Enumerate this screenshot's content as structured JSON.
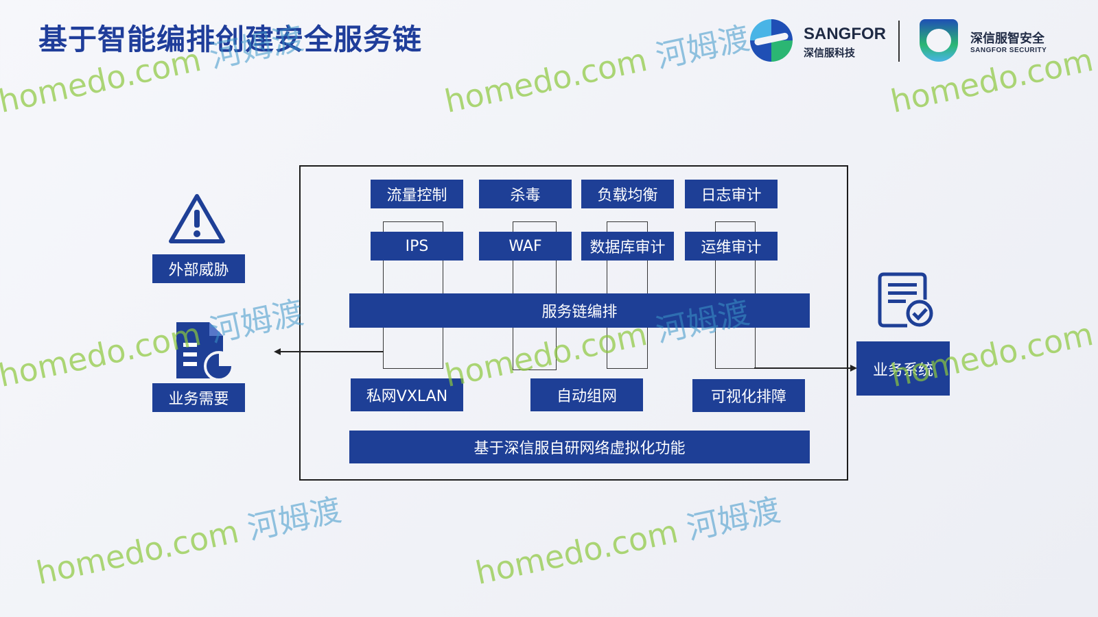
{
  "title": "基于智能编排创建安全服务链",
  "logos": {
    "sangfor_name": "SANGFOR",
    "sangfor_sub": "深信服科技",
    "security_name": "深信服智安全",
    "security_sub": "SANGFOR SECURITY"
  },
  "left": {
    "threat_label": "外部威胁",
    "need_label": "业务需要"
  },
  "right": {
    "system_label": "业务系统"
  },
  "services": {
    "row1": [
      "流量控制",
      "杀毒",
      "负载均衡",
      "日志审计"
    ],
    "row2": [
      "IPS",
      "WAF",
      "数据库审计",
      "运维审计"
    ]
  },
  "orchestration_label": "服务链编排",
  "network": {
    "items": [
      "私网VXLAN",
      "自动组网",
      "可视化排障"
    ],
    "base_label": "基于深信服自研网络虚拟化功能"
  },
  "watermark": {
    "site": "homedo.com",
    "cn": "河姆渡"
  },
  "colors": {
    "title": "#1f3d9a",
    "box": "#1e3f96",
    "background": "#f3f4f8"
  }
}
